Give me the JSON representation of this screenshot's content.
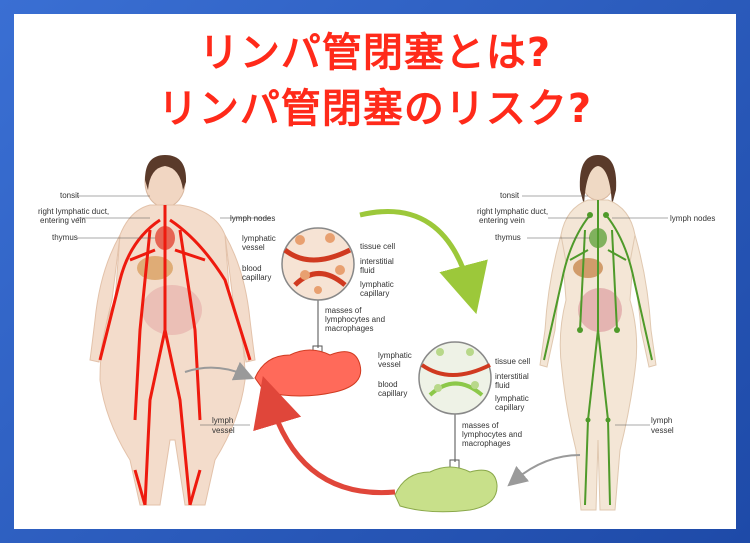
{
  "title": {
    "line1": "リンパ管閉塞とは?",
    "line2": "リンパ管閉塞のリスク?"
  },
  "left_figure": {
    "labels": {
      "tonsil": "tonsit",
      "duct1": "right lymphatic duct,",
      "duct2": "entering vein",
      "thymus": "thymus",
      "nodes": "lymph nodes",
      "vessel1": "lymph",
      "vessel2": "vessel"
    },
    "color": "#ee1a0e"
  },
  "right_figure": {
    "labels": {
      "tonsil": "tonsit",
      "duct1": "right lymphatic duct,",
      "duct2": "entering vein",
      "thymus": "thymus",
      "nodes": "lymph nodes",
      "vessel1": "lymph",
      "vessel2": "vessel"
    },
    "color": "#4f9a2a"
  },
  "top_detail": {
    "lymphatic_vessel1": "lymphatic",
    "lymphatic_vessel2": "vessel",
    "blood1": "blood",
    "blood2": "capillary",
    "tissue_cell": "tissue cell",
    "interstitial1": "interstitial",
    "interstitial2": "fluid",
    "lymph_cap1": "lymphatic",
    "lymph_cap2": "capillary",
    "masses1": "masses of",
    "masses2": "lymphocytes and",
    "masses3": "macrophages"
  },
  "bottom_detail": {
    "lymphatic_vessel1": "lymphatic",
    "lymphatic_vessel2": "vessel",
    "blood1": "blood",
    "blood2": "capillary",
    "tissue_cell": "tissue cell",
    "interstitial1": "interstitial",
    "interstitial2": "fluid",
    "lymph_cap1": "lymphatic",
    "lymph_cap2": "capillary",
    "masses1": "masses of",
    "masses2": "lymphocytes and",
    "masses3": "macrophages"
  },
  "colors": {
    "frame": "#2f5fc2",
    "title": "#ff2a1a",
    "arrow_green": "#9cc83a",
    "arrow_red": "#e0463a",
    "skin": "#f3dccb"
  }
}
